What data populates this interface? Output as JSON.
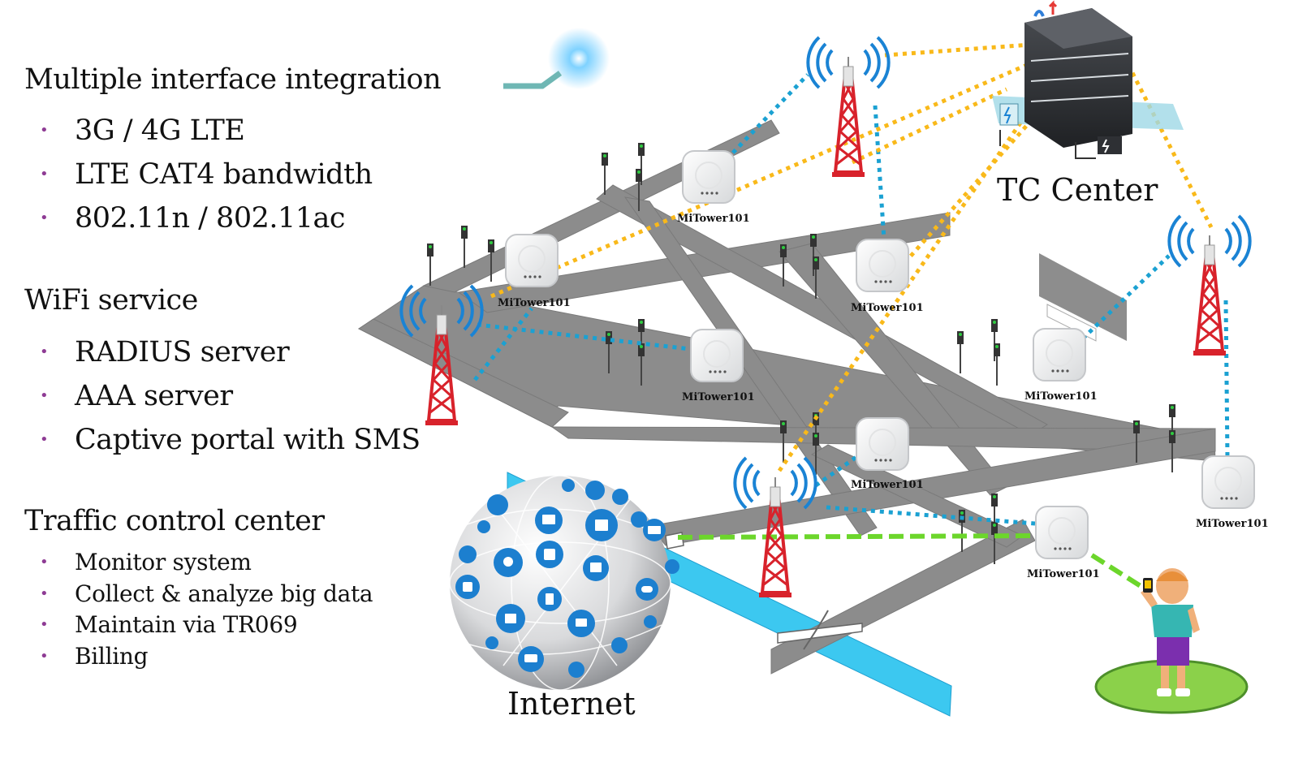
{
  "sections": [
    {
      "title": "Multiple interface integration",
      "items": [
        "3G / 4G LTE",
        "LTE CAT4 bandwidth",
        "802.11n / 802.11ac"
      ]
    },
    {
      "title": "WiFi service",
      "items": [
        "RADIUS server",
        "AAA server",
        "Captive portal  with SMS"
      ]
    },
    {
      "title": "Traffic control center",
      "items": [
        "Monitor system",
        "Collect & analyze big data",
        "Maintain via TR069",
        "Billing"
      ]
    }
  ],
  "labels": {
    "tc_center": "TC Center",
    "internet": "Internet",
    "access_point": "MiTower101"
  },
  "colors": {
    "bullet": "#8e3b94",
    "wifi_link": "#1ba1d2",
    "backhaul_link": "#f9b91a",
    "client_link": "#6cd62b",
    "road": "#8c8c8c",
    "river": "#3cc8f0",
    "tower": "#d8222b"
  }
}
